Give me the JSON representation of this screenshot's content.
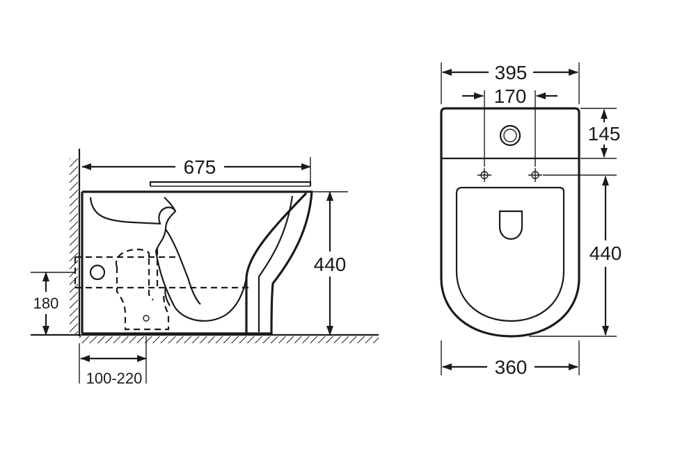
{
  "side_view": {
    "overall_length": "675",
    "height": "440",
    "outlet_height": "180",
    "wall_offset": "100-220"
  },
  "top_view": {
    "overall_width": "395",
    "fixing_spacing": "170",
    "tank_depth": "145",
    "bowl_length": "440",
    "bowl_width": "360"
  }
}
